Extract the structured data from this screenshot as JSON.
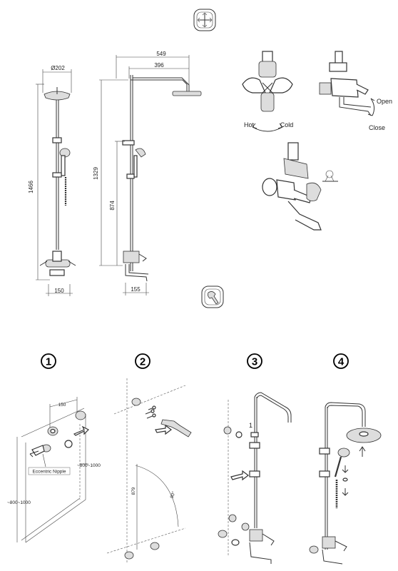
{
  "dimensions_view": {
    "head_diameter": "Ø202",
    "total_height_front": "1466",
    "width_bottom_front": "150",
    "arm_total": "549",
    "arm_to_head": "396",
    "height_side": "1329",
    "holder_height": "874",
    "spout_depth": "155"
  },
  "operation_view": {
    "hot_label": "Hot",
    "cold_label": "Cold",
    "open_label": "Open",
    "close_label": "Close"
  },
  "steps": {
    "step1": {
      "number": "1",
      "spacing": "150",
      "nipple_label": "Eccentric Nipple",
      "height_range_a": "~800~1000",
      "height_range_b": "~800~1000"
    },
    "step2": {
      "number": "2",
      "height": "879",
      "angle": "90°"
    },
    "step3": {
      "number": "3",
      "mark": "1"
    },
    "step4": {
      "number": "4"
    }
  }
}
